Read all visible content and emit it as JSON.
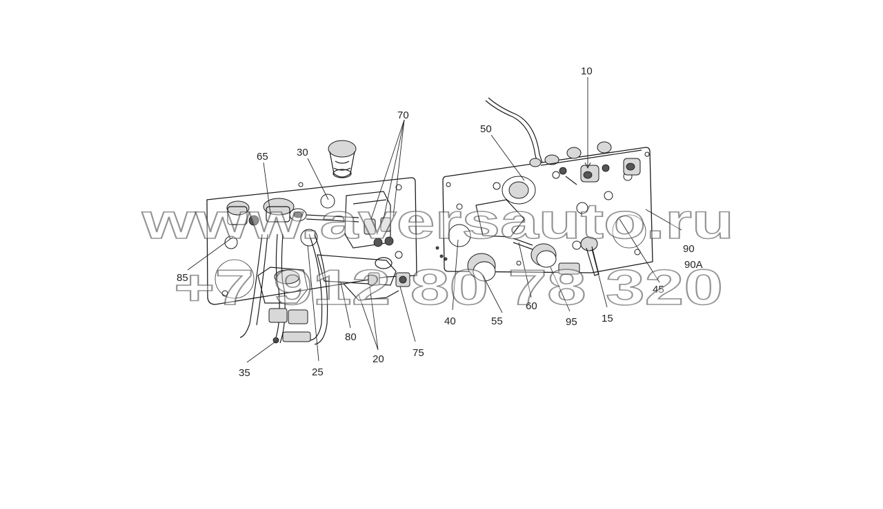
{
  "diagram": {
    "callouts": {
      "c10": "10",
      "c50": "50",
      "c70": "70",
      "c30": "30",
      "c65": "65",
      "c90": "90",
      "c90A": "90A",
      "c45": "45",
      "c85": "85",
      "c40": "40",
      "c55": "55",
      "c60": "60",
      "c95": "95",
      "c15": "15",
      "c80": "80",
      "c75": "75",
      "c20": "20",
      "c35": "35",
      "c25": "25"
    }
  },
  "watermark": {
    "site": "www.aversauto.ru",
    "phone": "+7 912 80 78 320"
  }
}
